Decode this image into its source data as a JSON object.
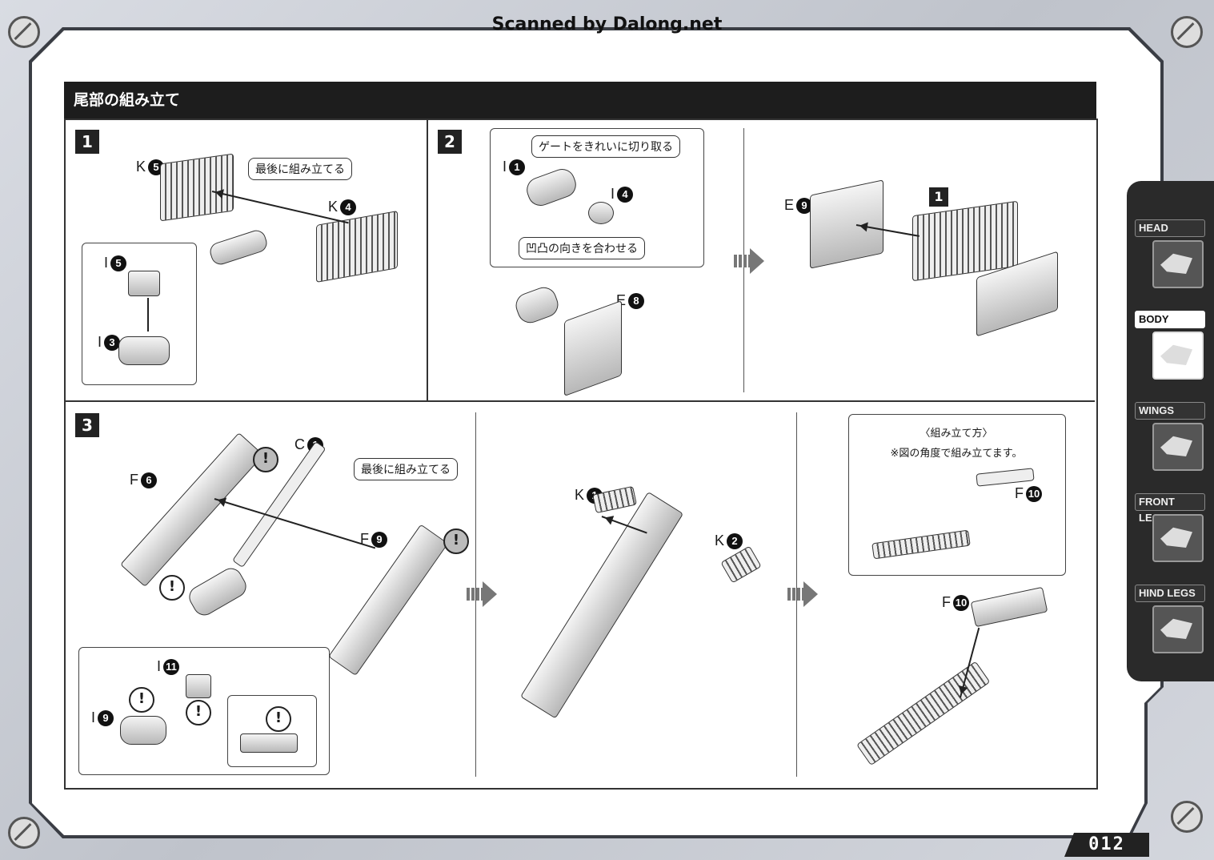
{
  "scan_credit": "Scanned by Dalong.net",
  "section_title": "尾部の組み立て",
  "page_number": "012",
  "side_tabs": [
    {
      "label": "HEAD",
      "active": false
    },
    {
      "label": "BODY",
      "active": true
    },
    {
      "label": "WINGS",
      "active": false
    },
    {
      "label": "FRONT LEGS",
      "active": false
    },
    {
      "label": "HIND LEGS",
      "active": false
    }
  ],
  "step1": {
    "number": "1",
    "callout": "最後に組み立てる",
    "parts": {
      "k5": {
        "letter": "K",
        "num": "5"
      },
      "k4": {
        "letter": "K",
        "num": "4"
      },
      "i5": {
        "letter": "I",
        "num": "5"
      },
      "i3": {
        "letter": "I",
        "num": "3"
      }
    }
  },
  "step2": {
    "number": "2",
    "callout_gate": "ゲートをきれいに切り取る",
    "callout_align": "凹凸の向きを合わせる",
    "parts": {
      "i1": {
        "letter": "I",
        "num": "1"
      },
      "i4": {
        "letter": "I",
        "num": "4"
      },
      "e8": {
        "letter": "E",
        "num": "8"
      },
      "e9": {
        "letter": "E",
        "num": "9"
      }
    },
    "ref_step": "1"
  },
  "step3": {
    "number": "3",
    "callout": "最後に組み立てる",
    "parts": {
      "c1": {
        "letter": "C",
        "num": "1"
      },
      "f6": {
        "letter": "F",
        "num": "6"
      },
      "f9": {
        "letter": "F",
        "num": "9"
      },
      "i11": {
        "letter": "I",
        "num": "11"
      },
      "i9": {
        "letter": "I",
        "num": "9"
      },
      "k1": {
        "letter": "K",
        "num": "1"
      },
      "k2": {
        "letter": "K",
        "num": "2"
      },
      "f10a": {
        "letter": "F",
        "num": "10"
      },
      "f10b": {
        "letter": "F",
        "num": "10"
      }
    },
    "assembly_title": "〈組み立て方〉",
    "assembly_note": "※図の角度で組み立てます。",
    "warning_symbol": "!"
  }
}
